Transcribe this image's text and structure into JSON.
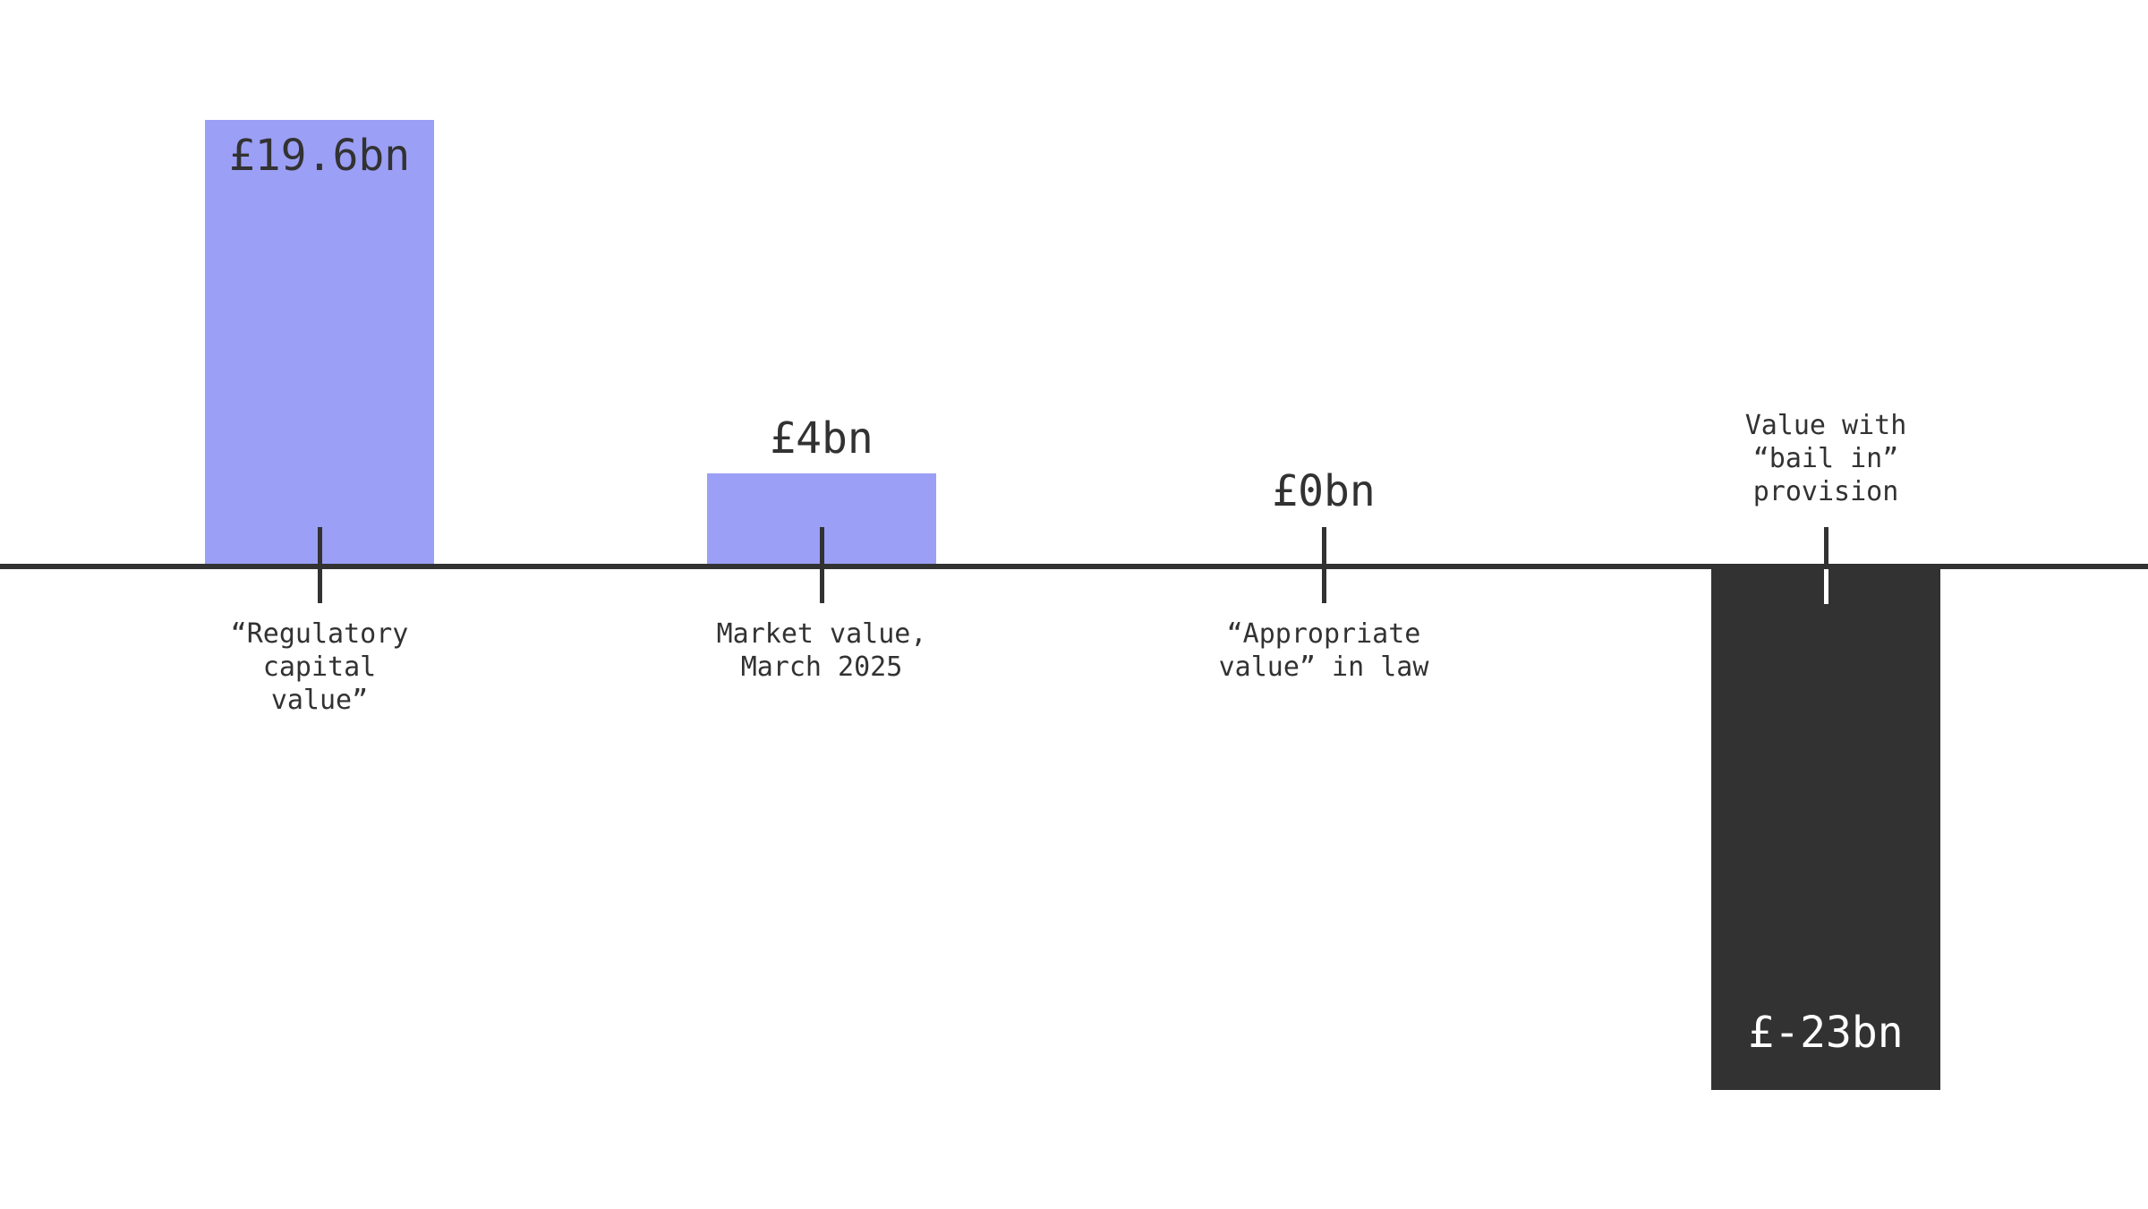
{
  "background_color": "#ffffff",
  "chart_data": {
    "type": "bar",
    "title": "",
    "unit": "bn",
    "currency": "GBP",
    "categories": [
      "“Regulatory capital value”",
      "Market value, March 2025",
      "“Appropriate value” in law",
      "Value with “bail in” provision"
    ],
    "values": [
      19.6,
      4,
      0,
      -23
    ],
    "value_labels": [
      "£19.6bn",
      "£4bn",
      "£0bn",
      "£-23bn"
    ],
    "category_label_lines": [
      [
        "“Regulatory",
        "capital",
        "value”"
      ],
      [
        "Market value,",
        "March 2025"
      ],
      [
        "“Appropriate",
        "value” in law"
      ],
      [
        "Value with",
        "“bail in”",
        "provision"
      ]
    ],
    "ylim": [
      -23,
      19.6
    ],
    "axis": {
      "zero_line": true,
      "grid": false,
      "y_axis_visible": false
    },
    "legend_position": "none",
    "bar_colors": [
      "#9b9ff5",
      "#9b9ff5",
      "none",
      "#323232"
    ],
    "value_text_colors": [
      "#323232",
      "#323232",
      "#323232",
      "#ffffff"
    ],
    "colors": {
      "positive_bar": "#9b9ff5",
      "negative_bar": "#323232",
      "zero_line": "#323232",
      "tick": "#323232",
      "tick_on_dark_bar": "#ffffff",
      "text": "#323232",
      "background": "#ffffff"
    }
  }
}
